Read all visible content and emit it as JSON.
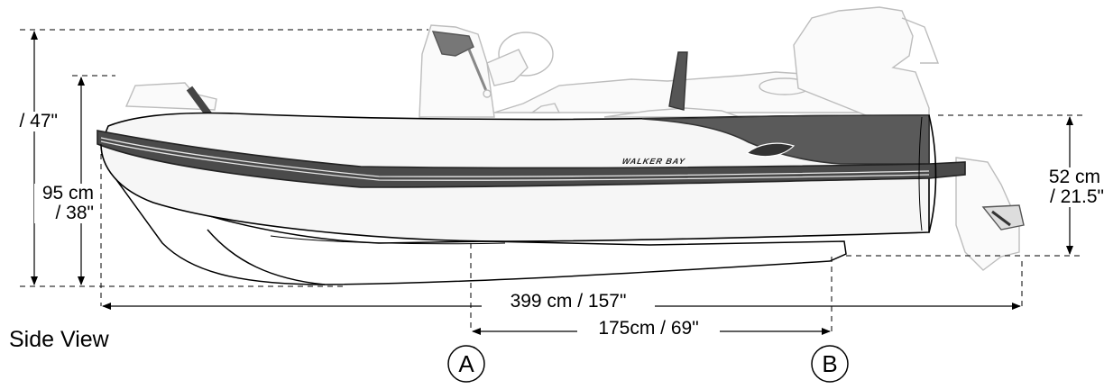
{
  "diagram": {
    "view_label": "Side View",
    "dimensions": {
      "height_max_imperial": "/ 47\"",
      "height_hull_metric": "95 cm",
      "height_hull_imperial": "/ 38\"",
      "tube_height_metric": "52 cm",
      "tube_height_imperial": "/ 21.5\"",
      "overall_length": "399 cm / 157\"",
      "ab_distance": "175cm / 69\""
    },
    "points": {
      "a": "A",
      "b": "B"
    },
    "brand_text": "WALKER BAY"
  }
}
